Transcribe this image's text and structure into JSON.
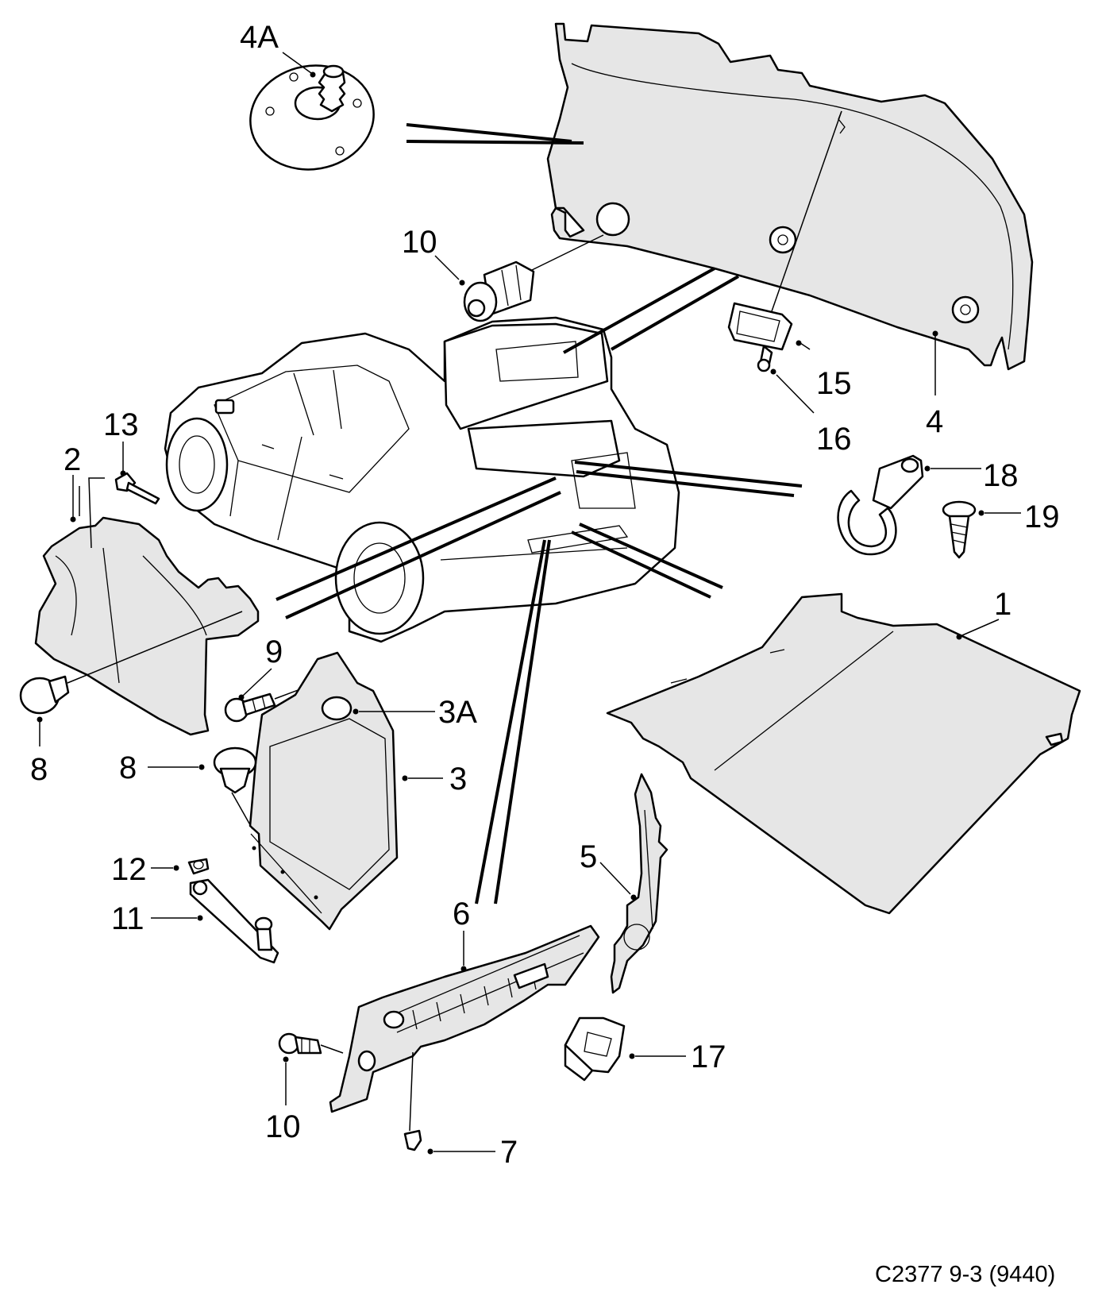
{
  "diagram": {
    "labels": {
      "p1": "1",
      "p2": "2",
      "p3": "3",
      "p3a": "3A",
      "p4": "4",
      "p4a": "4A",
      "p5": "5",
      "p6": "6",
      "p7": "7",
      "p8_left": "8",
      "p8_mid": "8",
      "p9": "9",
      "p10_top": "10",
      "p10_bottom": "10",
      "p11": "11",
      "p12": "12",
      "p13": "13",
      "p15": "15",
      "p16": "16",
      "p17": "17",
      "p18": "18",
      "p19": "19"
    },
    "reference_code": "C2377 9-3 (9440)"
  },
  "colors": {
    "line": "#000000",
    "background": "#ffffff",
    "panel_shade": "#e6e6e6"
  }
}
